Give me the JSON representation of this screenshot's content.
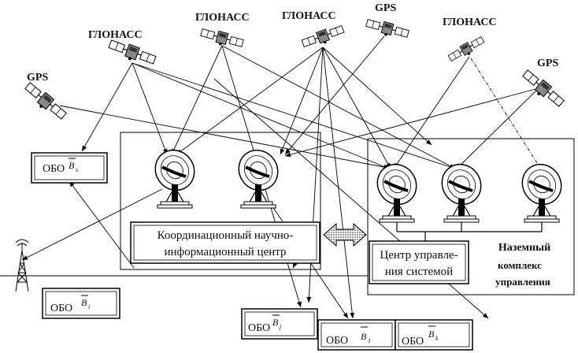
{
  "satellites": {
    "glonass_1": "ГЛОНАСС",
    "glonass_2": "ГЛОНАСС",
    "glonass_3": "ГЛОНАСС",
    "glonass_4": "ГЛОНАСС",
    "gps_1": "GPS",
    "gps_2": "GPS",
    "gps_3": "GPS"
  },
  "users": {
    "obo_s": {
      "name": "ОБО",
      "vector": "B",
      "sub": "s"
    },
    "obo_i": {
      "name": "ОБО",
      "vector": "B",
      "sub": "i"
    },
    "obo_j": {
      "name": "ОБО",
      "vector": "B",
      "sub": "j"
    },
    "obo_1": {
      "name": "ОБО",
      "vector": "B",
      "sub": "1"
    },
    "obo_k": {
      "name": "ОБО",
      "vector": "B",
      "sub": "k"
    }
  },
  "coordination_center": {
    "line1": "Координационный научно-",
    "line2": "информационный центр"
  },
  "control_center": {
    "line1": "Центр управле-",
    "line2": "ния системой"
  },
  "ground_complex": {
    "line1": "Наземный",
    "line2": "комплекс",
    "line3": "управления"
  }
}
